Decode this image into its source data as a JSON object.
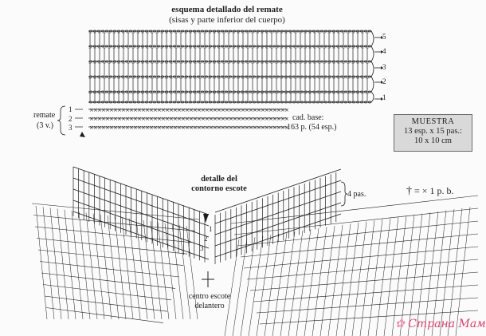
{
  "top_chart": {
    "title": "esquema detallado del remate",
    "subtitle": "(sisas y parte inferior del cuerpo)",
    "row_numbers": [
      "5",
      "4",
      "3",
      "2",
      "1"
    ],
    "remate_label": "remate",
    "remate_sub": "(3 v.)",
    "remate_rows": [
      "1",
      "2",
      "3"
    ],
    "cad_base_label": "cad. base:",
    "cad_base_value": "163 p. (54 esp.)"
  },
  "muestra": {
    "title": "MUESTRA",
    "line1": "13 esp. x 15 pas.:",
    "line2": "10 x 10 cm"
  },
  "legend": {
    "equivalence": "= × 1 p. b."
  },
  "bottom_chart": {
    "title_line1": "detalle del",
    "title_line2": "contorno escote",
    "pas_label": "4 pas.",
    "center_line1": "centro escote",
    "center_line2": "delantero",
    "neck_rows": [
      "1",
      "2",
      "3"
    ]
  },
  "watermark": {
    "text": "Страна Мам"
  },
  "colors": {
    "ink": "#1e1e1e",
    "muestra_bg": "#d9d9d9",
    "watermark": "#d8426e"
  }
}
